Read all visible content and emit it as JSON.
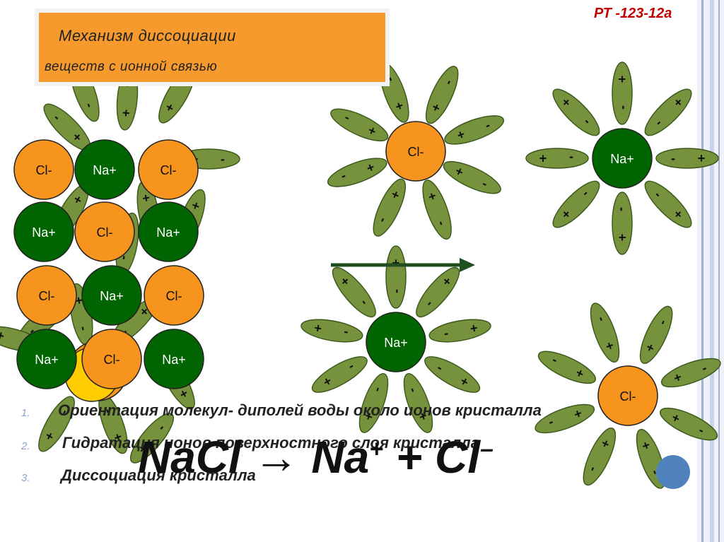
{
  "slide": {
    "title_line1": "Механизм диссоциации",
    "title_line2": "веществ с ионной связью",
    "corner_label": "РТ -123-12а",
    "steps": [
      {
        "num": "1.",
        "text": "Ориентация молекул- диполей воды около ионов    кристалла"
      },
      {
        "num": "2.",
        "text": "Гидратация ионов поверхностного слоя кристалла"
      },
      {
        "num": "3.",
        "text": "Диссоциация кристалла"
      }
    ],
    "equation": {
      "left": "NaCl",
      "arrow": "→",
      "na": "Na",
      "plus": "+",
      "cl": "Cl",
      "minus": "–"
    }
  },
  "ions": {
    "cl_label": "Cl-",
    "na_label": "Na+",
    "lattice": [
      [
        "Cl-",
        "Na+",
        "Cl-"
      ],
      [
        "Na+",
        "Cl-",
        "Na+"
      ],
      [
        "Cl-",
        "Na+",
        "Cl-"
      ],
      [
        "Na+",
        "Cl-",
        "Na+"
      ]
    ]
  },
  "symbols": {
    "plus": "+",
    "minus": "-"
  },
  "colors": {
    "title_bg": "#f79a2e",
    "cl_ion": "#f7941d",
    "na_ion": "#006400",
    "water": "#76923c",
    "arrow": "#1f4e1f",
    "corner_label": "#c00000",
    "rail_light": "#d9e1f2",
    "rail_dark": "#8fa3c8"
  }
}
